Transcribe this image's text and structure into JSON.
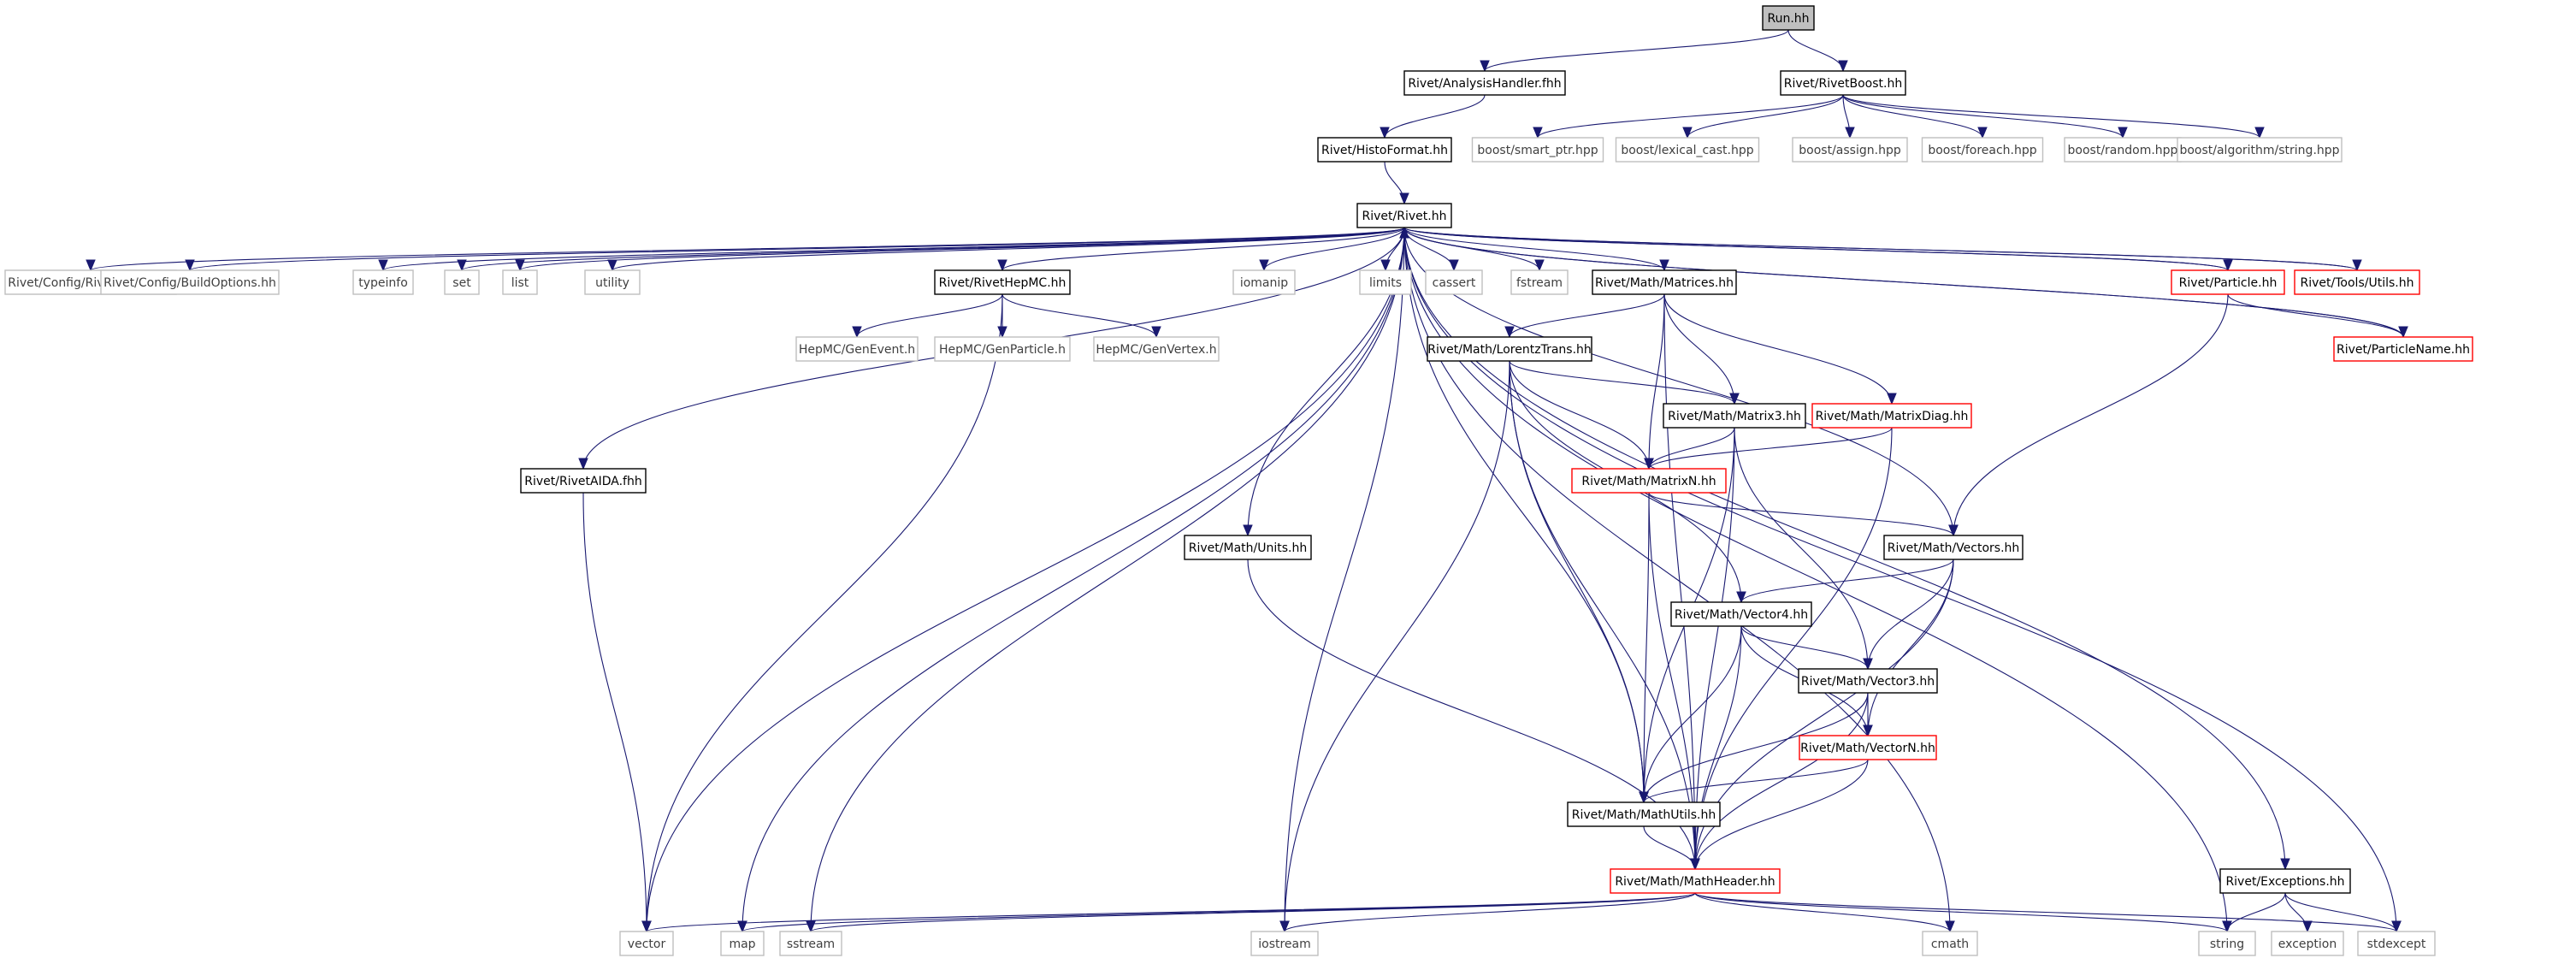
{
  "graph": {
    "title": "",
    "colors": {
      "edge": "#191970",
      "root_fill": "#bfbfbf",
      "normal_border": "#000000",
      "external_border": "#bfbfbf",
      "incomplete_border": "#ff0000",
      "text": "#000000"
    },
    "nodes": [
      {
        "id": "run",
        "label": "Run.hh",
        "style": "root"
      },
      {
        "id": "handler",
        "label": "Rivet/AnalysisHandler.fhh",
        "style": "normal"
      },
      {
        "id": "boost",
        "label": "Rivet/RivetBoost.hh",
        "style": "normal"
      },
      {
        "id": "histoformat",
        "label": "Rivet/HistoFormat.hh",
        "style": "normal"
      },
      {
        "id": "smartptr",
        "label": "boost/smart_ptr.hpp",
        "style": "external"
      },
      {
        "id": "lexcast",
        "label": "boost/lexical_cast.hpp",
        "style": "external"
      },
      {
        "id": "assign",
        "label": "boost/assign.hpp",
        "style": "external"
      },
      {
        "id": "foreach",
        "label": "boost/foreach.hpp",
        "style": "external"
      },
      {
        "id": "random",
        "label": "boost/random.hpp",
        "style": "external"
      },
      {
        "id": "algstring",
        "label": "boost/algorithm/string.hpp",
        "style": "external"
      },
      {
        "id": "rivet",
        "label": "Rivet/Rivet.hh",
        "style": "normal"
      },
      {
        "id": "rivetconfig",
        "label": "Rivet/Config/RivetConfig.hh",
        "style": "external"
      },
      {
        "id": "buildopts",
        "label": "Rivet/Config/BuildOptions.hh",
        "style": "external"
      },
      {
        "id": "typeinfo",
        "label": "typeinfo",
        "style": "external"
      },
      {
        "id": "set",
        "label": "set",
        "style": "external"
      },
      {
        "id": "list",
        "label": "list",
        "style": "external"
      },
      {
        "id": "utility",
        "label": "utility",
        "style": "external"
      },
      {
        "id": "hepmc",
        "label": "Rivet/RivetHepMC.hh",
        "style": "normal"
      },
      {
        "id": "iomanip",
        "label": "iomanip",
        "style": "external"
      },
      {
        "id": "limits",
        "label": "limits",
        "style": "external"
      },
      {
        "id": "cassert",
        "label": "cassert",
        "style": "external"
      },
      {
        "id": "fstream",
        "label": "fstream",
        "style": "external"
      },
      {
        "id": "matrices",
        "label": "Rivet/Math/Matrices.hh",
        "style": "normal"
      },
      {
        "id": "particle",
        "label": "Rivet/Particle.hh",
        "style": "incomplete"
      },
      {
        "id": "utils",
        "label": "Rivet/Tools/Utils.hh",
        "style": "incomplete"
      },
      {
        "id": "particlename",
        "label": "Rivet/ParticleName.hh",
        "style": "incomplete"
      },
      {
        "id": "genevent",
        "label": "HepMC/GenEvent.h",
        "style": "external"
      },
      {
        "id": "genparticle",
        "label": "HepMC/GenParticle.h",
        "style": "external"
      },
      {
        "id": "genvertex",
        "label": "HepMC/GenVertex.h",
        "style": "external"
      },
      {
        "id": "lorentz",
        "label": "Rivet/Math/LorentzTrans.hh",
        "style": "normal"
      },
      {
        "id": "matrix3",
        "label": "Rivet/Math/Matrix3.hh",
        "style": "normal"
      },
      {
        "id": "matrixdiag",
        "label": "Rivet/Math/MatrixDiag.hh",
        "style": "incomplete"
      },
      {
        "id": "matrixn",
        "label": "Rivet/Math/MatrixN.hh",
        "style": "incomplete"
      },
      {
        "id": "aida",
        "label": "Rivet/RivetAIDA.fhh",
        "style": "normal"
      },
      {
        "id": "units",
        "label": "Rivet/Math/Units.hh",
        "style": "normal"
      },
      {
        "id": "vectors",
        "label": "Rivet/Math/Vectors.hh",
        "style": "normal"
      },
      {
        "id": "vector4",
        "label": "Rivet/Math/Vector4.hh",
        "style": "normal"
      },
      {
        "id": "vector3",
        "label": "Rivet/Math/Vector3.hh",
        "style": "normal"
      },
      {
        "id": "vectorn",
        "label": "Rivet/Math/VectorN.hh",
        "style": "incomplete"
      },
      {
        "id": "mathutils",
        "label": "Rivet/Math/MathUtils.hh",
        "style": "normal"
      },
      {
        "id": "mathheader",
        "label": "Rivet/Math/MathHeader.hh",
        "style": "incomplete"
      },
      {
        "id": "exceptions",
        "label": "Rivet/Exceptions.hh",
        "style": "normal"
      },
      {
        "id": "vector",
        "label": "vector",
        "style": "external"
      },
      {
        "id": "map",
        "label": "map",
        "style": "external"
      },
      {
        "id": "sstream",
        "label": "sstream",
        "style": "external"
      },
      {
        "id": "iostream",
        "label": "iostream",
        "style": "external"
      },
      {
        "id": "cmath",
        "label": "cmath",
        "style": "external"
      },
      {
        "id": "string",
        "label": "string",
        "style": "external"
      },
      {
        "id": "exception",
        "label": "exception",
        "style": "external"
      },
      {
        "id": "stdexcept",
        "label": "stdexcept",
        "style": "external"
      }
    ],
    "edges": [
      [
        "run",
        "handler"
      ],
      [
        "run",
        "boost"
      ],
      [
        "handler",
        "histoformat"
      ],
      [
        "histoformat",
        "rivet"
      ],
      [
        "boost",
        "smartptr"
      ],
      [
        "boost",
        "lexcast"
      ],
      [
        "boost",
        "assign"
      ],
      [
        "boost",
        "foreach"
      ],
      [
        "boost",
        "random"
      ],
      [
        "boost",
        "algstring"
      ],
      [
        "rivet",
        "rivetconfig"
      ],
      [
        "rivet",
        "buildopts"
      ],
      [
        "rivet",
        "typeinfo"
      ],
      [
        "rivet",
        "set"
      ],
      [
        "rivet",
        "list"
      ],
      [
        "rivet",
        "utility"
      ],
      [
        "rivet",
        "hepmc"
      ],
      [
        "rivet",
        "iomanip"
      ],
      [
        "rivet",
        "limits"
      ],
      [
        "rivet",
        "cassert"
      ],
      [
        "rivet",
        "fstream"
      ],
      [
        "rivet",
        "matrices"
      ],
      [
        "rivet",
        "particle"
      ],
      [
        "rivet",
        "utils"
      ],
      [
        "rivet",
        "particlename"
      ],
      [
        "rivet",
        "aida"
      ],
      [
        "rivet",
        "units"
      ],
      [
        "rivet",
        "vectors"
      ],
      [
        "rivet",
        "mathutils"
      ],
      [
        "rivet",
        "exceptions"
      ],
      [
        "rivet",
        "vector"
      ],
      [
        "rivet",
        "map"
      ],
      [
        "rivet",
        "sstream"
      ],
      [
        "rivet",
        "iostream"
      ],
      [
        "rivet",
        "cmath"
      ],
      [
        "rivet",
        "string"
      ],
      [
        "rivet",
        "stdexcept"
      ],
      [
        "particle",
        "rivet"
      ],
      [
        "utils",
        "rivet"
      ],
      [
        "particlename",
        "rivet"
      ],
      [
        "particle",
        "particlename"
      ],
      [
        "particle",
        "vectors"
      ],
      [
        "hepmc",
        "genevent"
      ],
      [
        "hepmc",
        "genparticle"
      ],
      [
        "hepmc",
        "genvertex"
      ],
      [
        "hepmc",
        "vector"
      ],
      [
        "matrices",
        "lorentz"
      ],
      [
        "matrices",
        "matrix3"
      ],
      [
        "matrices",
        "matrixdiag"
      ],
      [
        "matrices",
        "matrixn"
      ],
      [
        "matrices",
        "mathheader"
      ],
      [
        "lorentz",
        "matrix3"
      ],
      [
        "lorentz",
        "matrixn"
      ],
      [
        "lorentz",
        "vector4"
      ],
      [
        "lorentz",
        "mathutils"
      ],
      [
        "lorentz",
        "mathheader"
      ],
      [
        "lorentz",
        "iostream"
      ],
      [
        "matrix3",
        "matrixn"
      ],
      [
        "matrix3",
        "vector3"
      ],
      [
        "matrix3",
        "mathutils"
      ],
      [
        "matrix3",
        "mathheader"
      ],
      [
        "matrixdiag",
        "matrixn"
      ],
      [
        "matrixdiag",
        "mathheader"
      ],
      [
        "matrixn",
        "vectors"
      ],
      [
        "matrixn",
        "mathutils"
      ],
      [
        "matrixn",
        "mathheader"
      ],
      [
        "aida",
        "vector"
      ],
      [
        "units",
        "mathheader"
      ],
      [
        "vectors",
        "vector4"
      ],
      [
        "vectors",
        "vector3"
      ],
      [
        "vectors",
        "vectorn"
      ],
      [
        "vectors",
        "mathheader"
      ],
      [
        "vector4",
        "vector3"
      ],
      [
        "vector4",
        "vectorn"
      ],
      [
        "vector4",
        "mathutils"
      ],
      [
        "vector4",
        "mathheader"
      ],
      [
        "vector3",
        "vectorn"
      ],
      [
        "vector3",
        "mathutils"
      ],
      [
        "vector3",
        "mathheader"
      ],
      [
        "vectorn",
        "mathutils"
      ],
      [
        "vectorn",
        "mathheader"
      ],
      [
        "mathutils",
        "mathheader"
      ],
      [
        "mathheader",
        "vector"
      ],
      [
        "mathheader",
        "map"
      ],
      [
        "mathheader",
        "sstream"
      ],
      [
        "mathheader",
        "iostream"
      ],
      [
        "mathheader",
        "cmath"
      ],
      [
        "mathheader",
        "string"
      ],
      [
        "mathheader",
        "stdexcept"
      ],
      [
        "exceptions",
        "string"
      ],
      [
        "exceptions",
        "exception"
      ],
      [
        "exceptions",
        "stdexcept"
      ]
    ]
  }
}
